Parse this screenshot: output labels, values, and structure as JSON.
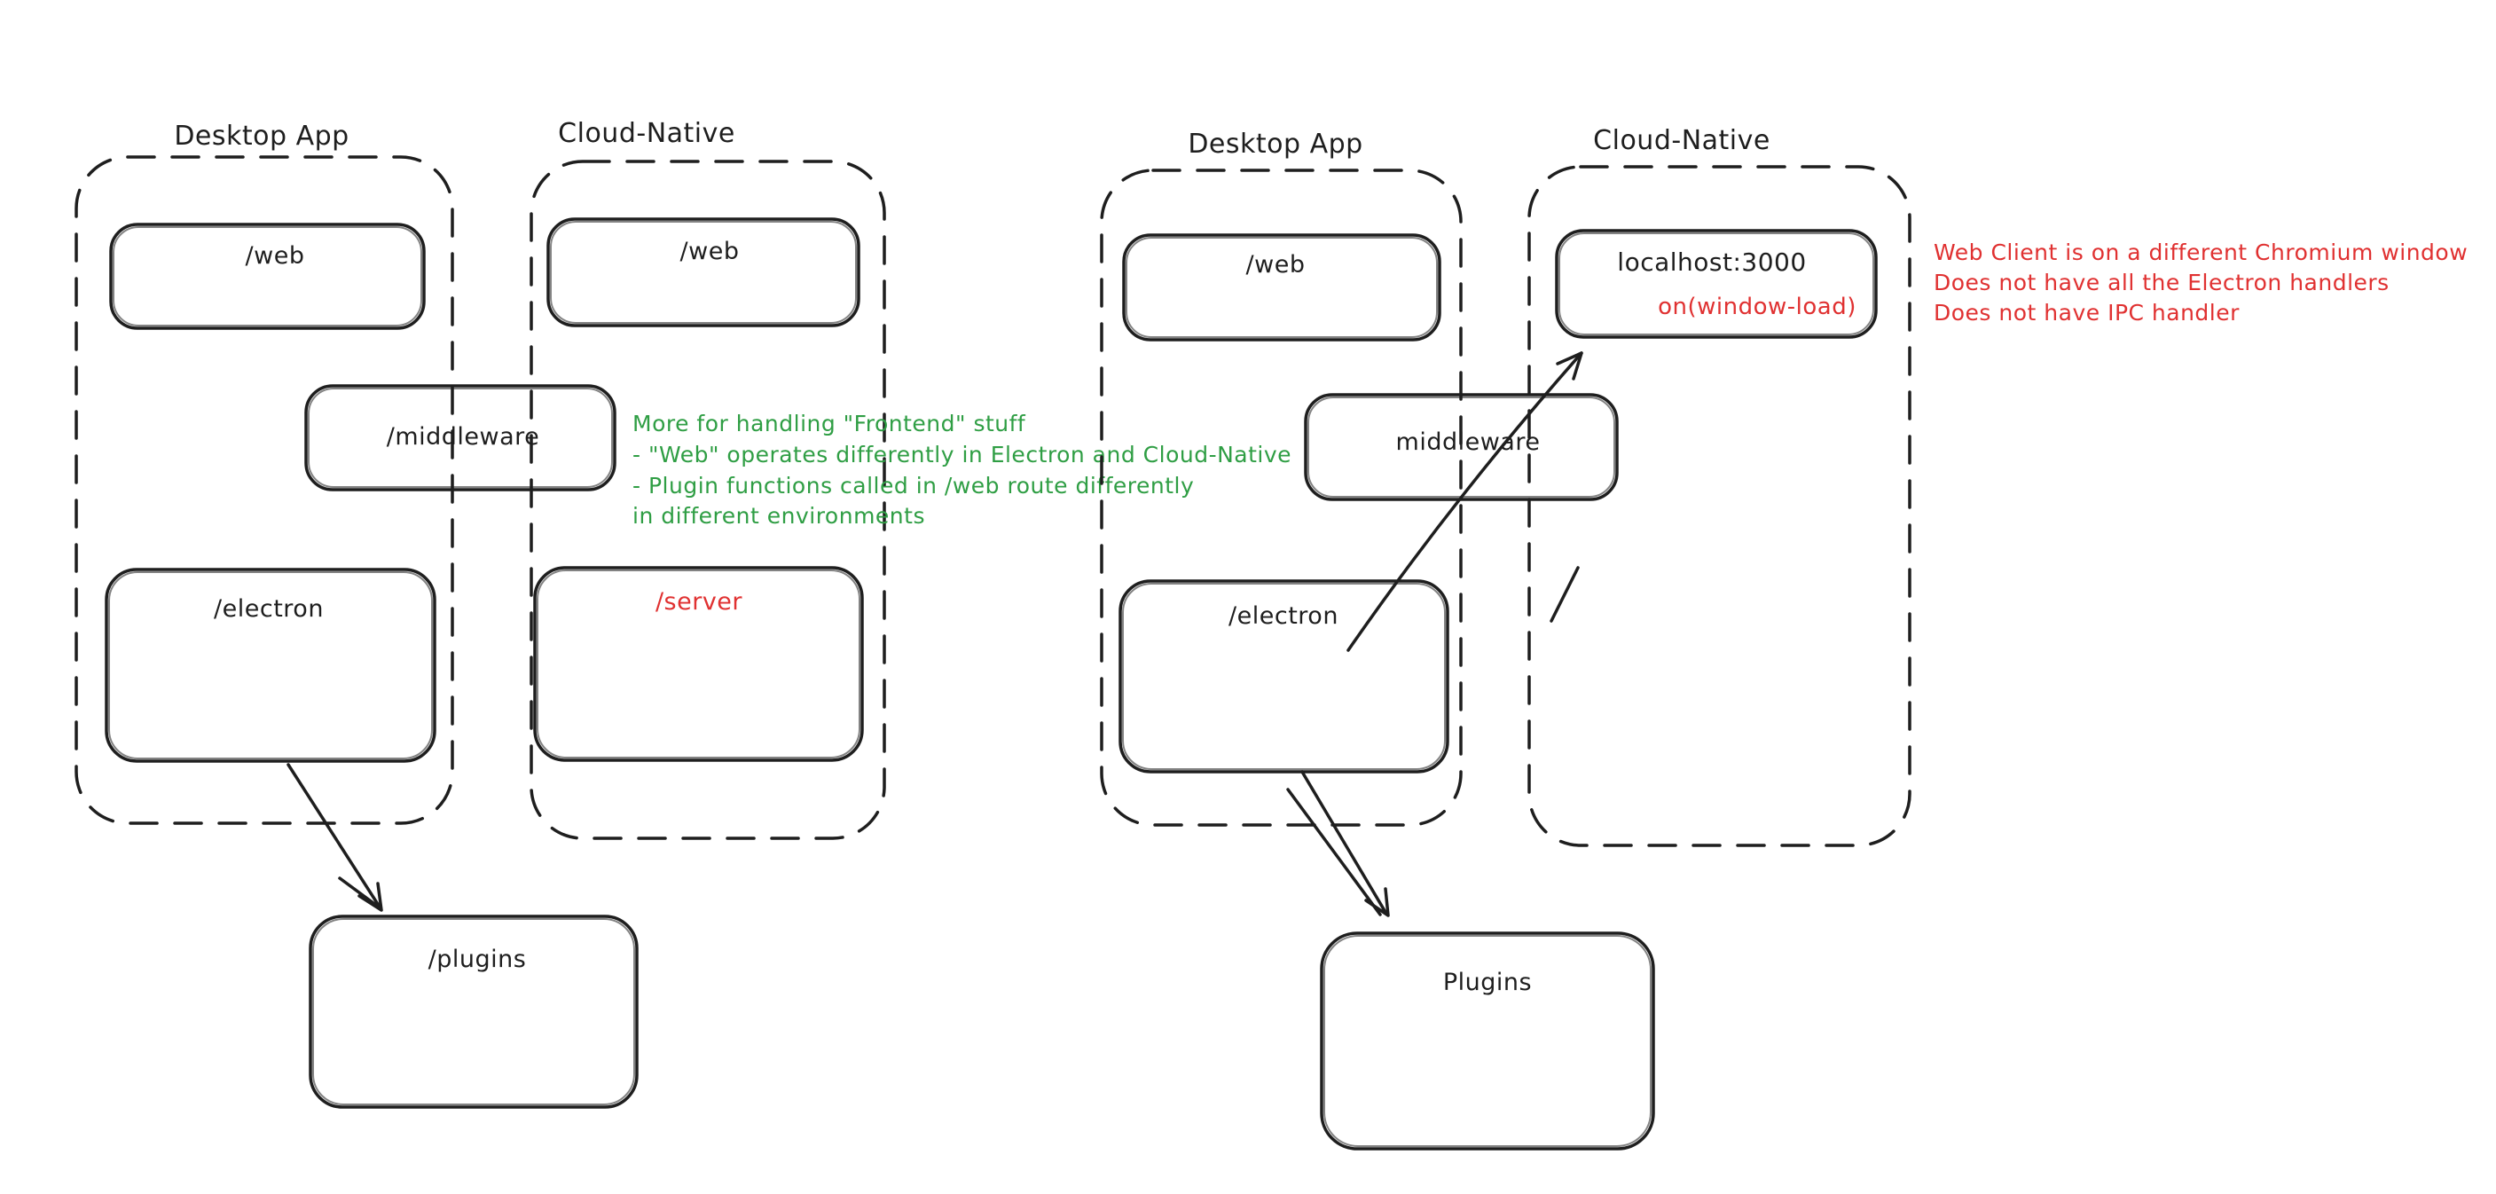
{
  "colors": {
    "ink": "#1e1e1e",
    "red": "#e03131",
    "green": "#2f9e44",
    "background": "#ffffff"
  },
  "left": {
    "desktop_label": "Desktop App",
    "cloud_label": "Cloud-Native",
    "web_desktop": "/web",
    "web_cloud": "/web",
    "middleware": "/middleware",
    "electron": "/electron",
    "server": "/server",
    "plugins": "/plugins",
    "note_lines": [
      "More for handling \"Frontend\" stuff",
      "- \"Web\" operates differently in Electron and Cloud-Native",
      "- Plugin functions called in /web route differently",
      "in different environments"
    ]
  },
  "right": {
    "desktop_label": "Desktop App",
    "cloud_label": "Cloud-Native",
    "web": "/web",
    "localhost": "localhost:3000",
    "window_load": "on(window-load)",
    "middleware": "middleware",
    "electron": "/electron",
    "plugins": "Plugins",
    "note_lines": [
      "Web Client is on a different Chromium window",
      "Does not have all the Electron handlers",
      "Does not have IPC handler"
    ]
  }
}
